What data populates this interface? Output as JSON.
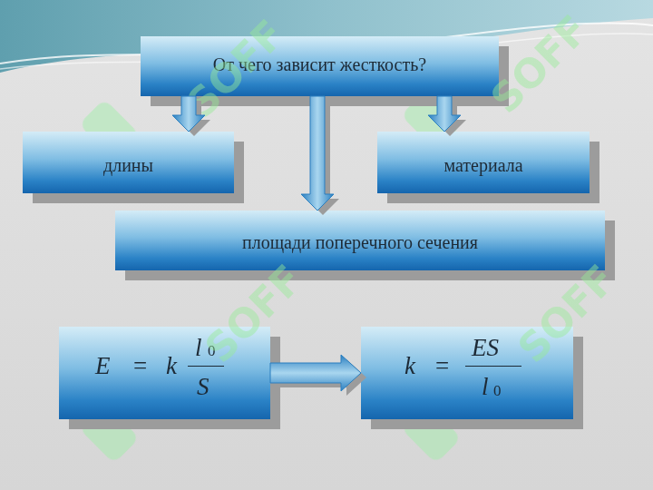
{
  "diagram": {
    "nodes": [
      {
        "text": [
          "От чего зависит жесткость?"
        ]
      },
      {
        "text": [
          "длины"
        ]
      },
      {
        "text": [
          "материала"
        ]
      },
      {
        "text": [
          "площади поперечного сечения"
        ]
      },
      {
        "text": [
          "E",
          "=",
          "k",
          "l",
          "0",
          "S"
        ]
      },
      {
        "text": [
          "k",
          "=",
          "ES",
          "l",
          "0"
        ]
      }
    ],
    "edges": [
      {
        "from": 0,
        "to": 1,
        "arrow": "to"
      },
      {
        "from": 0,
        "to": 2,
        "arrow": "to"
      },
      {
        "from": 0,
        "to": 3,
        "arrow": "to"
      },
      {
        "from": 4,
        "to": 5,
        "arrow": "to"
      }
    ],
    "labels": [
      "SOFF",
      "SOFF",
      "SOFF",
      "SOFF"
    ]
  }
}
